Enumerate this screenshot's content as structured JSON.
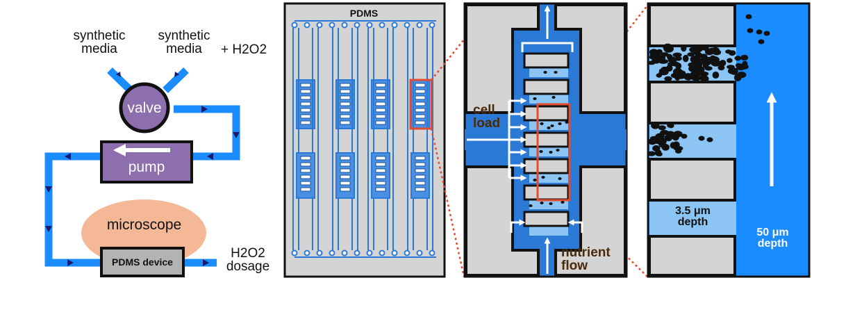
{
  "panel_a": {
    "synthetic_media_1": "synthetic\nmedia",
    "synthetic_media_2": "synthetic\nmedia",
    "plus_h2o2": "+ H2O2",
    "valve": "valve",
    "pump": "pump",
    "microscope": "microscope",
    "pdms_device": "PDMS device",
    "h2o2_dosage": "H2O2\ndosage"
  },
  "panel_b": {
    "title": "PDMS"
  },
  "panel_c": {
    "cell_load": "cell\nload",
    "nutrient_flow": "nutrient\nflow"
  },
  "panel_d": {
    "shallow_depth": "3.5 μm\ndepth",
    "deep_depth": "50 μm\ndepth"
  },
  "colors": {
    "tube_blue": "#1a8cff",
    "arrow_navy": "#1a1a6e",
    "valve_purple": "#8e6fae",
    "microscope_peach": "#f5b896",
    "device_gray": "#b3b3b3",
    "chip_gray": "#d4d4d4",
    "channel_blue": "#2a79d6",
    "highlight_red": "#e34a2f",
    "trap_light_blue": "#8cc4f4"
  }
}
